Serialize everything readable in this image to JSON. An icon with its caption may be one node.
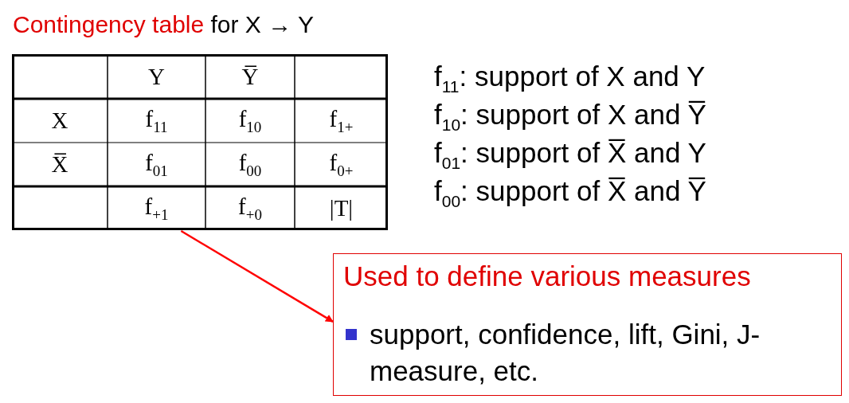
{
  "diagram": {
    "title": "Contingency table for X → Y",
    "nodes": [
      {
        "text": [
          "Y",
          "Y̅",
          "X",
          "f$_{11}$",
          "f$_{10}$",
          "f$_{1+}$",
          "X̅",
          "f$_{01}$",
          "f$_{00}$",
          "f$_{0+}$",
          "f$_{+1}$",
          "f$_{+0}$",
          "|T|"
        ]
      },
      {
        "text": [
          "Used to define various measures",
          "support, confidence, lift, Gini, J-measure, etc."
        ]
      }
    ],
    "edges": [
      {
        "from": 0,
        "to": 1,
        "arrow": "to",
        "color": "#ff0000"
      }
    ],
    "labels": [
      "f$_{11}$: support of X and Y",
      "f$_{10}$: support of X and Y̅",
      "f$_{01}$: support of X̅ and Y",
      "f$_{00}$: support of X̅ and Y̅"
    ]
  }
}
